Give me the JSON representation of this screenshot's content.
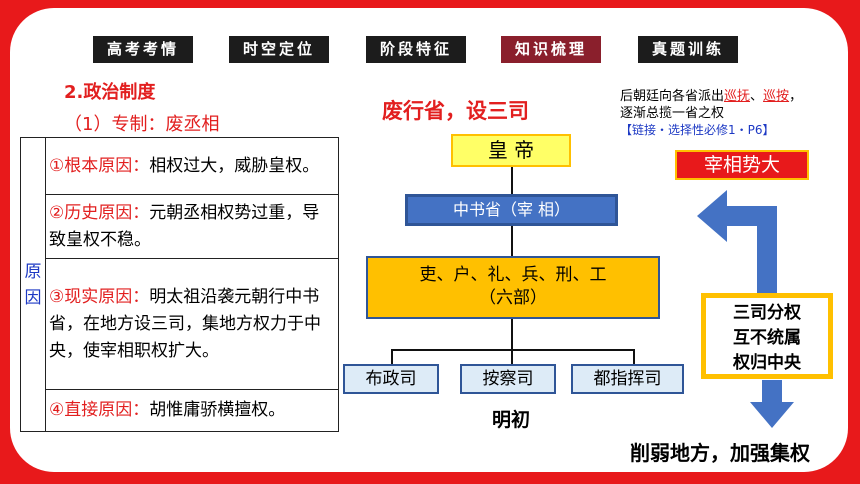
{
  "nav_tabs": [
    {
      "label": "高考考情",
      "active": false
    },
    {
      "label": "时空定位",
      "active": false
    },
    {
      "label": "阶段特征",
      "active": false
    },
    {
      "label": "知识梳理",
      "active": true
    },
    {
      "label": "真题训练",
      "active": false
    }
  ],
  "section": {
    "title": "2.政治制度",
    "subtitle_prefix": "（1）专制：",
    "subtitle_highlight": "废丞相"
  },
  "table": {
    "category": "原因",
    "rows": [
      {
        "label": "①根本原因：",
        "text": "相权过大，威胁皇权。"
      },
      {
        "label": "②历史原因：",
        "text": "元朝丞相权势过重，导致皇权不稳。"
      },
      {
        "label": "③现实原因：",
        "text": "明太祖沿袭元朝行中书省，在地方设三司，集地方权力于中央，使宰相职权扩大。"
      },
      {
        "label": "④直接原因：",
        "text": "胡惟庸骄横擅权。"
      }
    ]
  },
  "diagram": {
    "heading": "废行省，设三司",
    "emperor": "皇 帝",
    "secretariat": "中书省（宰 相）",
    "ministries_line1": "吏、户、礼、兵、刑、工",
    "ministries_line2": "（六部）",
    "offices": [
      "布政司",
      "按察司",
      "都指挥司"
    ],
    "caption": "明初"
  },
  "note": {
    "text_prefix": "后朝廷向各省派出",
    "term1": "巡抚",
    "separator": "、",
    "term2": "巡按",
    "text_suffix": "，",
    "text_line2": "逐渐总揽一省之权",
    "link": "【链接・选择性必修1・P6】"
  },
  "badge_power": "宰相势大",
  "three_offices_box": [
    "三司分权",
    "互不统属",
    "权归中央"
  ],
  "conclusion": "削弱地方，加强集权",
  "colors": {
    "frame": "#e8191b",
    "tab_dark": "#1c1c1c",
    "tab_active": "#8a1f2c",
    "emperor_box": "#ffff66",
    "secretariat_box": "#4472c4",
    "ministries_box": "#ffc000",
    "offices_box": "#ddebf7",
    "arrow_blue": "#4472c4"
  }
}
